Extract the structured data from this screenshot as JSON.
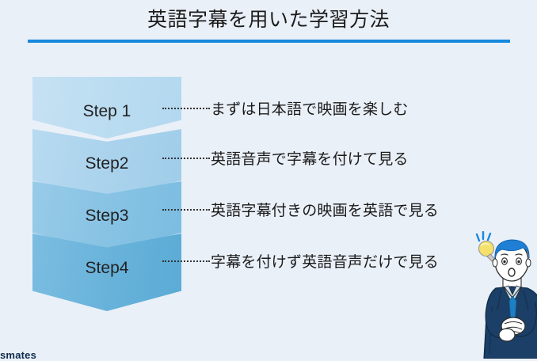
{
  "slide": {
    "background_color": "#eaf0f8",
    "title": "英語字幕を用いた学習方法",
    "title_rule_color": "#1689dd"
  },
  "steps": [
    {
      "label": "Step 1",
      "description": "まずは日本語で映画を楽しむ",
      "color": "#bcdcf1"
    },
    {
      "label": "Step2",
      "description": "英語音声で字幕を付けて見る",
      "color": "#a9d2ec"
    },
    {
      "label": "Step3",
      "description": "英語字幕付きの映画を英語で見る",
      "color": "#86c2e3"
    },
    {
      "label": "Step4",
      "description": "字幕を付けず英語音声だけで見る",
      "color": "#67b2da"
    }
  ],
  "illustration": {
    "name": "businessman-with-idea",
    "lightbulb_color": "#f2dd63",
    "sparkle_color": "#1689dd",
    "hair_color": "#1f7fd4",
    "suit_color": "#1b3f66",
    "tie_color": "#1d7fc4"
  },
  "footer": {
    "watermark": "smates"
  }
}
